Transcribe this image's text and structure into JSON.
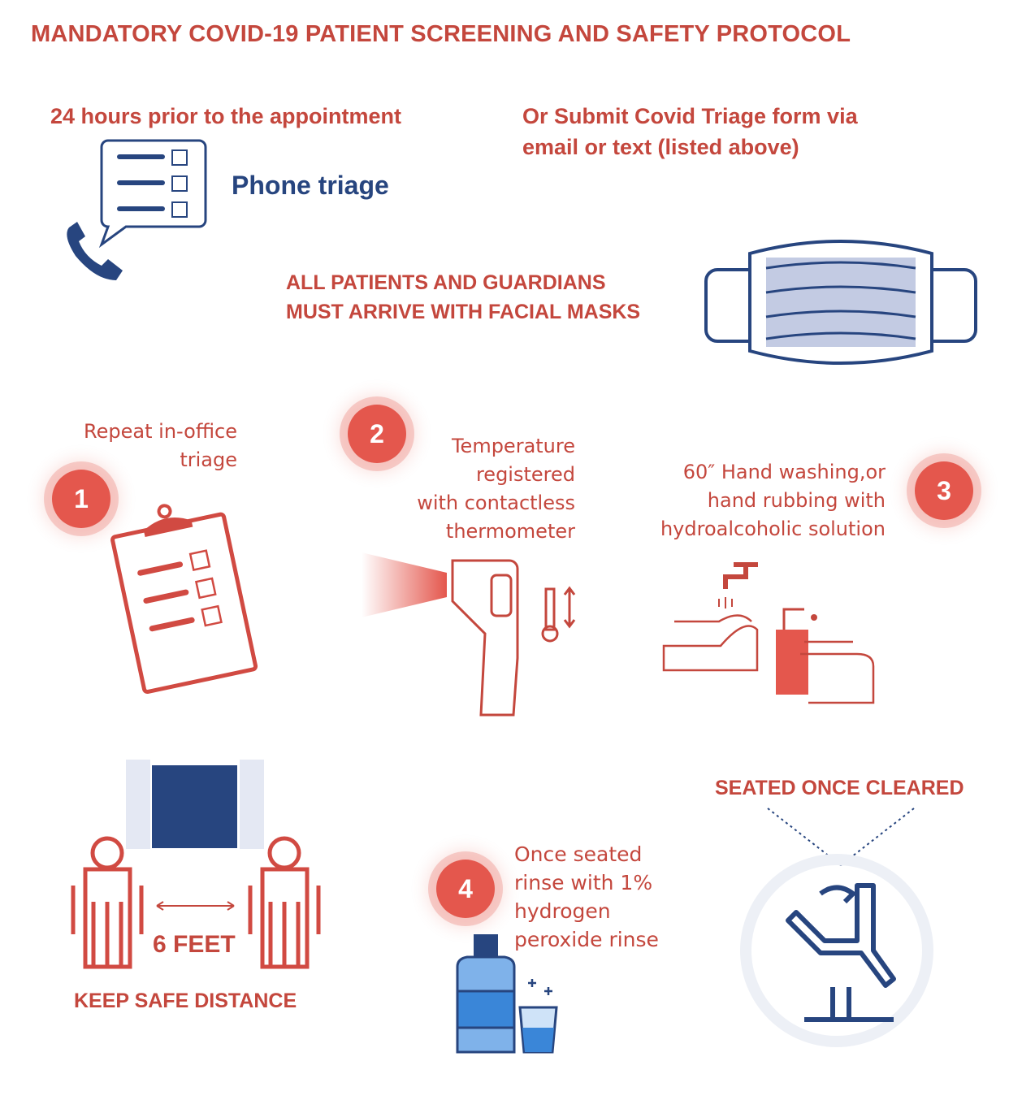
{
  "title": "MANDATORY COVID-19 PATIENT SCREENING AND SAFETY PROTOCOL",
  "phone_section": {
    "timing": "24 hours prior to the appointment",
    "label": "Phone triage"
  },
  "alternative": {
    "line1": "Or Submit Covid Triage form via",
    "line2": "email or text (listed above)"
  },
  "masks": {
    "line1": "ALL PATIENTS AND GUARDIANS",
    "line2": "MUST ARRIVE WITH FACIAL MASKS"
  },
  "steps": [
    {
      "number": "1",
      "lines": [
        "Repeat in-office",
        "triage"
      ]
    },
    {
      "number": "2",
      "lines": [
        "Temperature",
        "registered",
        "with contactless",
        "thermometer"
      ]
    },
    {
      "number": "3",
      "lines": [
        "60″ Hand washing,or",
        "hand rubbing with",
        "hydroalcoholic solution"
      ]
    },
    {
      "number": "4",
      "lines": [
        "Once seated",
        "rinse with 1%",
        "hydrogen",
        "peroxide rinse"
      ]
    }
  ],
  "distance": {
    "value": "6 FEET",
    "label": "KEEP SAFE DISTANCE"
  },
  "seated": {
    "label": "SEATED ONCE CLEARED"
  },
  "colors": {
    "red": "#c4473d",
    "blue": "#27457f",
    "badge": "#e4574d"
  }
}
